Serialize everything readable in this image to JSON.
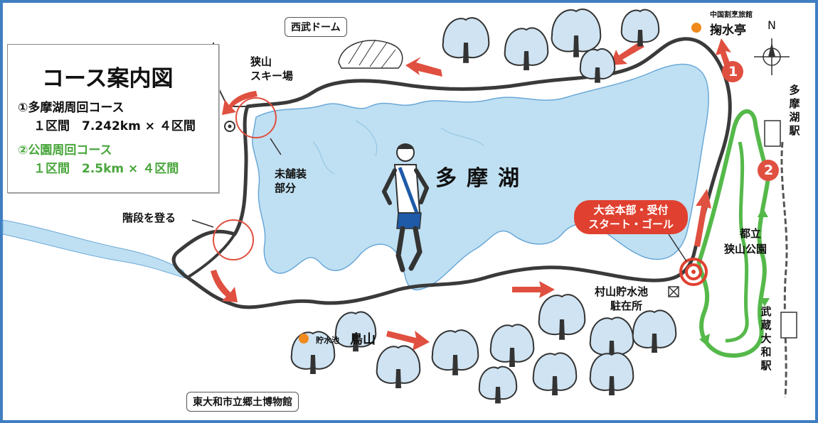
{
  "legend": {
    "title": "コース案内図",
    "course1_name": "①多摩湖周回コース",
    "course1_detail": "１区間　7.242km × ４区間",
    "course2_name": "②公園周回コース",
    "course2_detail": "１区間　2.5km × ４区間"
  },
  "labels": {
    "lake": "多摩湖",
    "seibu_dome": "西武ドーム",
    "sayama_ski_1": "狭山",
    "sayama_ski_2": "スキー場",
    "unpaved_1": "未舗装",
    "unpaved_2": "部分",
    "stairs": "階段を登る",
    "hq_1": "大会本部・受付",
    "hq_2": "スタート・ゴール",
    "police_1": "村山貯水池",
    "police_2": "駐在所",
    "park_1": "都立",
    "park_2": "狭山公園",
    "tamako_station": "多摩湖駅",
    "musashi_yamato_station": "武蔵大和駅",
    "restaurant_sub": "中国割烹旅館",
    "restaurant_name": "掬水亭",
    "torisan_sub": "貯水池",
    "torisan_name": "鳥山",
    "museum": "東大和市立郷土博物館",
    "north": "N",
    "course1_marker": "1",
    "course2_marker": "2"
  },
  "colors": {
    "lake": "#bfe0f2",
    "lake_edge": "#6aa8d8",
    "road": "#3a3a3a",
    "course1_arrow": "#e05040",
    "course2_line": "#55b94a",
    "hq_fill": "#e04030",
    "poi_dot": "#f08a1c",
    "tree_fill": "#cfe3f2",
    "tree_line": "#333333",
    "legend_course2_text": "#49a63c",
    "frame": "#3f7fc1"
  }
}
